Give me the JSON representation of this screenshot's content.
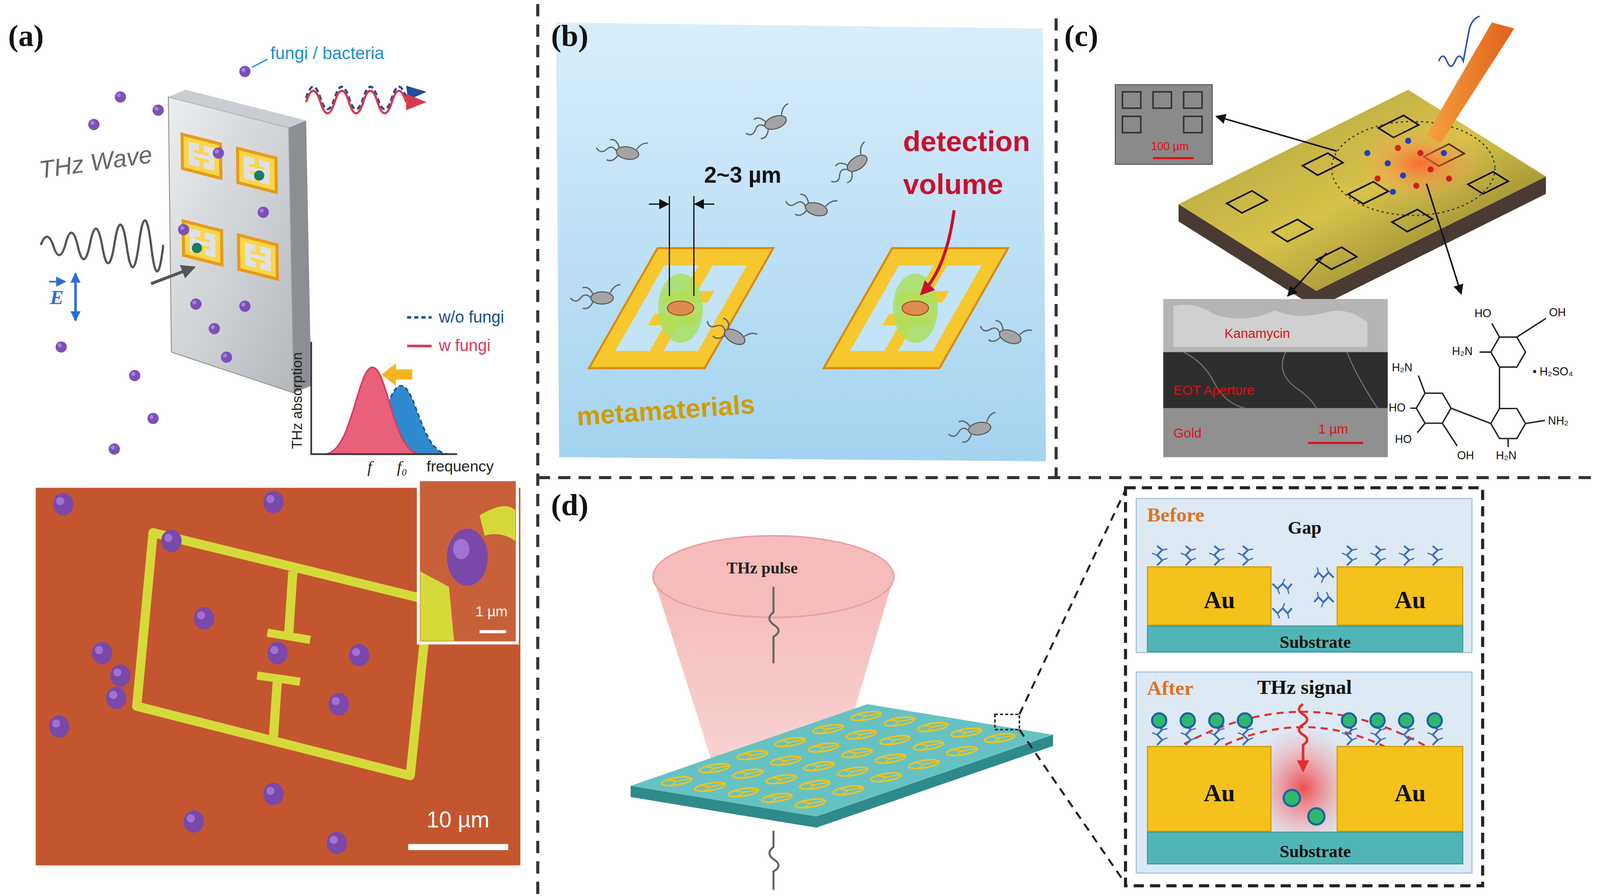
{
  "diagram": {
    "nodes": [
      {
        "text": [
          "Before"
        ]
      },
      {
        "text": [
          "Au"
        ],
        "in": 0
      },
      {
        "text": [
          "Au"
        ],
        "in": 0
      },
      {
        "text": [
          "Substrate"
        ],
        "in": 0
      },
      {
        "text": [
          "After"
        ]
      },
      {
        "text": [
          "Au"
        ],
        "in": 4
      },
      {
        "text": [
          "Au"
        ],
        "in": 4
      },
      {
        "text": [
          "Substrate"
        ],
        "in": 4
      }
    ],
    "labels": [
      "(a)",
      "fungi / bacteria",
      "THz Wave",
      "E",
      "THz absorption",
      "f",
      "f₀",
      "frequency",
      "1 µm",
      "10 µm",
      "(b)",
      "2~3 µm",
      "detection volume",
      "metamaterials",
      "(c)",
      "100 µm",
      "Kanamycin",
      "EOT Aperture",
      "Gold",
      "1 µm",
      "HO",
      "OH",
      "H₂N",
      "H₂N",
      "• H₂SO₄",
      "HO",
      "HO",
      "NH₂",
      "OH",
      "H₂N",
      "(d)",
      "THz pulse",
      "Gap",
      "THz signal"
    ],
    "legend": [
      {
        "text": "w/o fungi"
      },
      {
        "text": "w fungi"
      }
    ]
  }
}
